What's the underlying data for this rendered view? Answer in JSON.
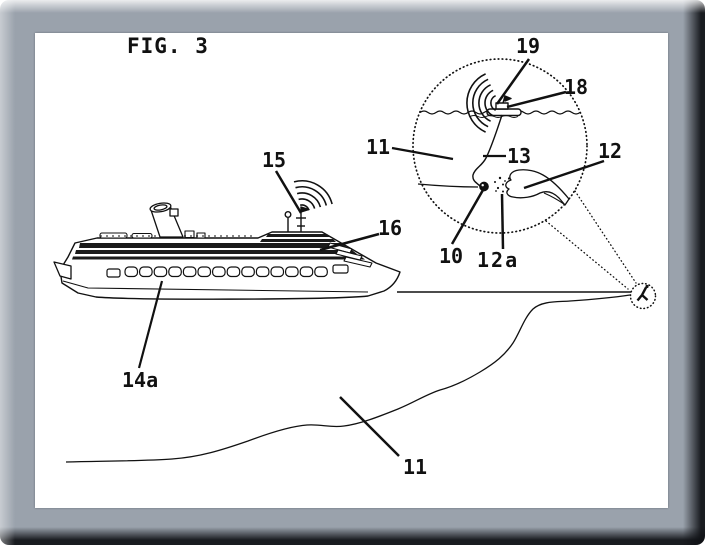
{
  "figure": {
    "title": "FIG. 3",
    "type": "patent-line-drawing",
    "scene": "cruise ship at sea with magnified inset of person in water holding transmitter buoy"
  },
  "labels": {
    "ref19": "19",
    "ref18": "18",
    "ref11_circle": "11",
    "ref13": "13",
    "ref12": "12",
    "ref10": "10",
    "ref12a": "12a",
    "ref15": "15",
    "ref16": "16",
    "ref14a": "14a",
    "ref11_sea": "11"
  },
  "icons": {
    "ship_signal": "wireless-arcs-icon",
    "buoy_signal": "wireless-arcs-icon",
    "magnifier": "dotted-detail-circle",
    "swimmer": "person-in-water-figure"
  },
  "colors": {
    "frame_gray": "#9aa2ac",
    "frame_highlight": "#d8dce0",
    "frame_shadow": "#26282c",
    "paper": "#ffffff",
    "ink": "#111111"
  }
}
